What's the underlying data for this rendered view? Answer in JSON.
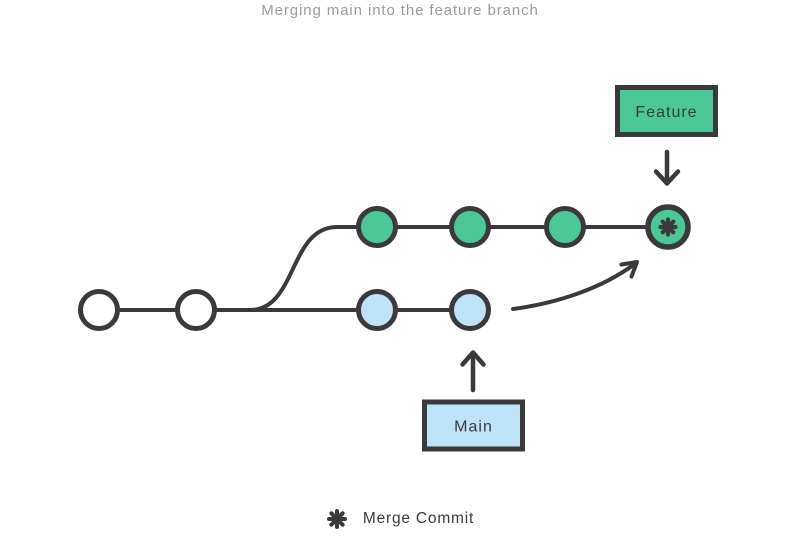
{
  "title": "Merging main into the feature branch",
  "labels": {
    "feature": "Feature",
    "main": "Main"
  },
  "legend": {
    "merge_commit": "Merge Commit"
  },
  "colors": {
    "background": "#FFFFFF",
    "outline": "#3A3A3C",
    "branch_green": "#4CC896",
    "main_blue": "#BEE3F8",
    "node_white": "#FFFFFF",
    "title_gray": "#9B9B9B"
  },
  "graph": {
    "shared_commits": 2,
    "feature_branch_commits": 3,
    "main_branch_commits": 2,
    "merge_commits": 1
  }
}
